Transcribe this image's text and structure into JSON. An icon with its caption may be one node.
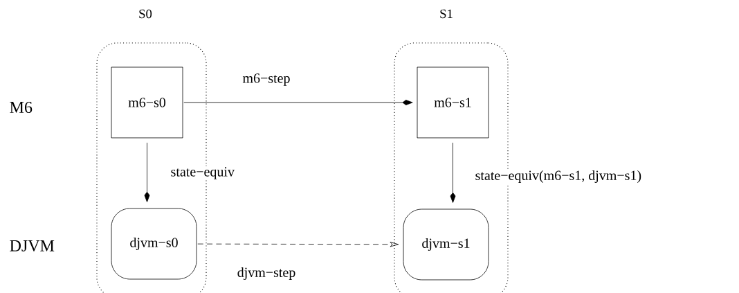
{
  "diagram": {
    "nodes": [
      {
        "text": [
          "S0"
        ]
      },
      {
        "text": [
          "m6−s0"
        ],
        "in": 0
      },
      {
        "text": [
          "djvm−s0"
        ],
        "in": 0
      },
      {
        "text": [
          "S1"
        ]
      },
      {
        "text": [
          "m6−s1"
        ],
        "in": 3
      },
      {
        "text": [
          "djvm−s1"
        ],
        "in": 3
      }
    ],
    "edges": [
      {
        "from": 1,
        "to": 4,
        "arrow": "to",
        "label": "m6−step"
      },
      {
        "from": 1,
        "to": 2,
        "arrow": "to",
        "label": "state−equiv"
      },
      {
        "from": 4,
        "to": 5,
        "arrow": "to",
        "label": "state−equiv(m6−s1, djvm−s1)"
      },
      {
        "from": 2,
        "to": 5,
        "arrow": "to",
        "label": "djvm−step",
        "style": "dashed"
      }
    ],
    "labels": [
      "M6",
      "DJVM"
    ]
  }
}
